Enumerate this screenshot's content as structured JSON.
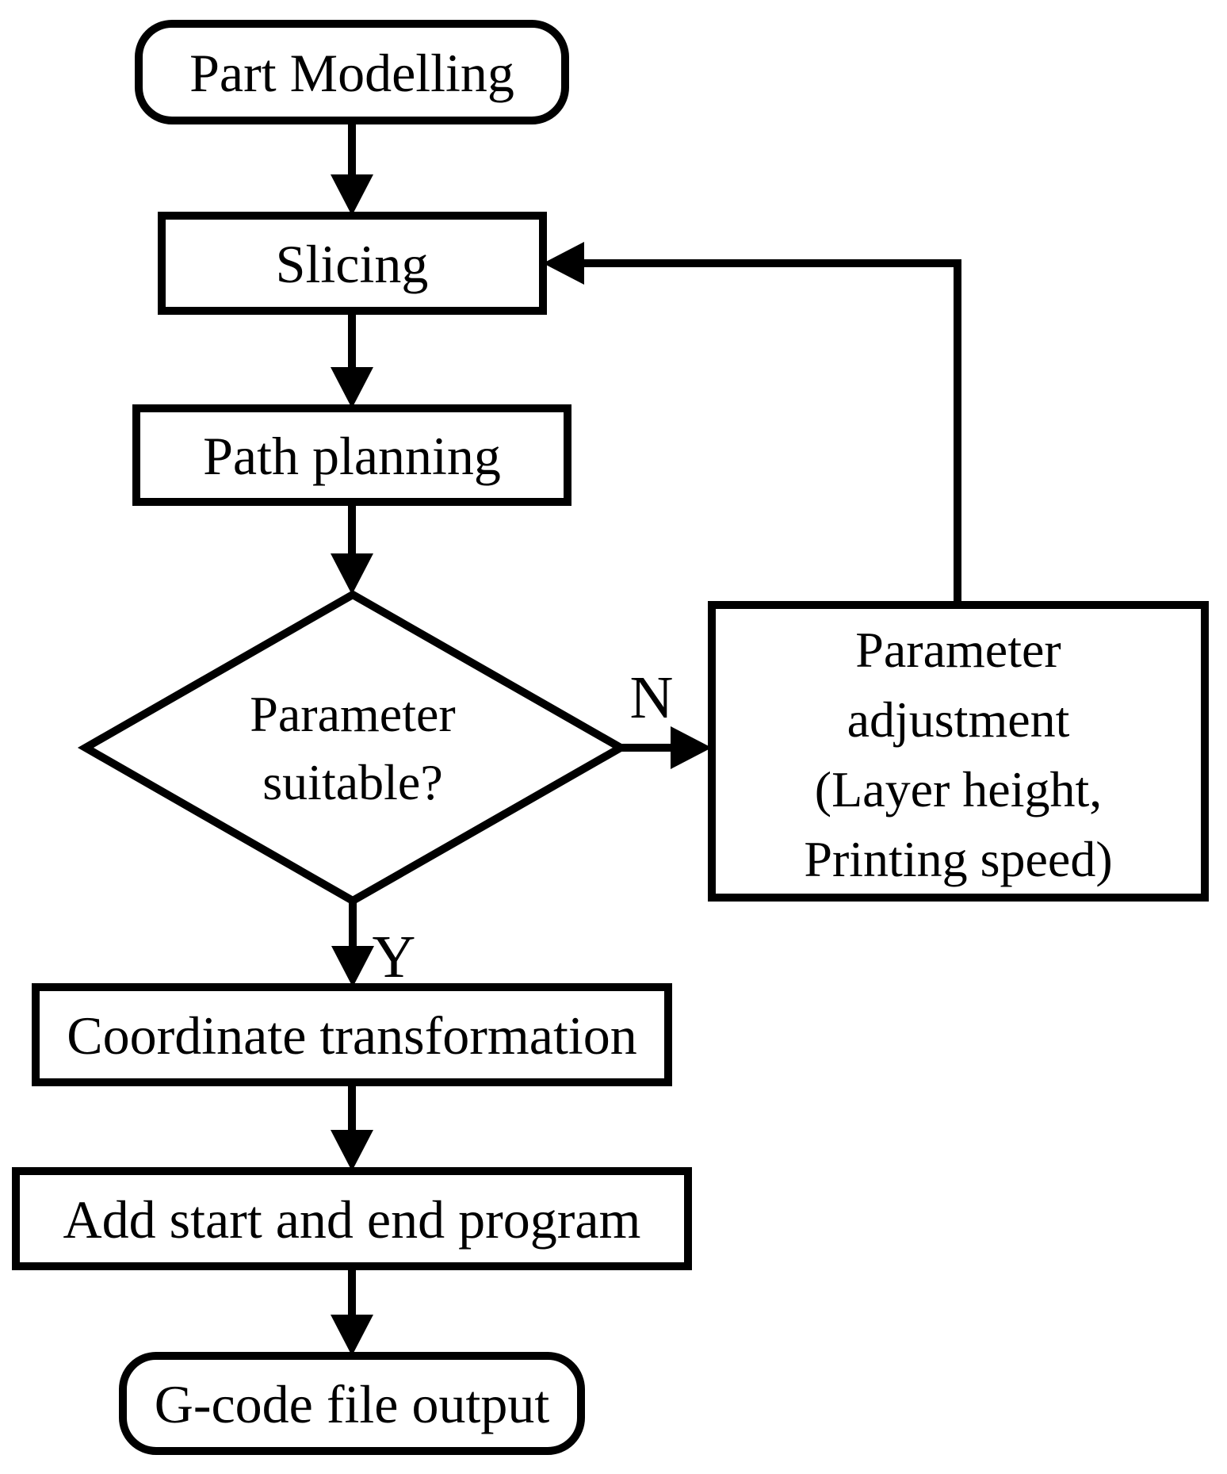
{
  "flowchart": {
    "colors": {
      "background": "#ffffff",
      "stroke": "#000000",
      "text": "#000000"
    },
    "nodes": {
      "part_modelling": {
        "label": "Part Modelling",
        "shape": "rounded-rect"
      },
      "slicing": {
        "label": "Slicing",
        "shape": "rect"
      },
      "path_planning": {
        "label": "Path planning",
        "shape": "rect"
      },
      "parameter_suitable": {
        "lines": [
          "Parameter",
          "suitable?"
        ],
        "shape": "diamond"
      },
      "parameter_adjustment": {
        "lines": [
          "Parameter",
          "adjustment",
          "(Layer height,",
          "Printing speed)"
        ],
        "shape": "rect"
      },
      "coordinate_transformation": {
        "label": "Coordinate transformation",
        "shape": "rect"
      },
      "add_start_end_program": {
        "label": "Add start and end program",
        "shape": "rect"
      },
      "gcode_file_output": {
        "label": "G-code file output",
        "shape": "rounded-rect"
      }
    },
    "edge_labels": {
      "no": "N",
      "yes": "Y"
    }
  }
}
